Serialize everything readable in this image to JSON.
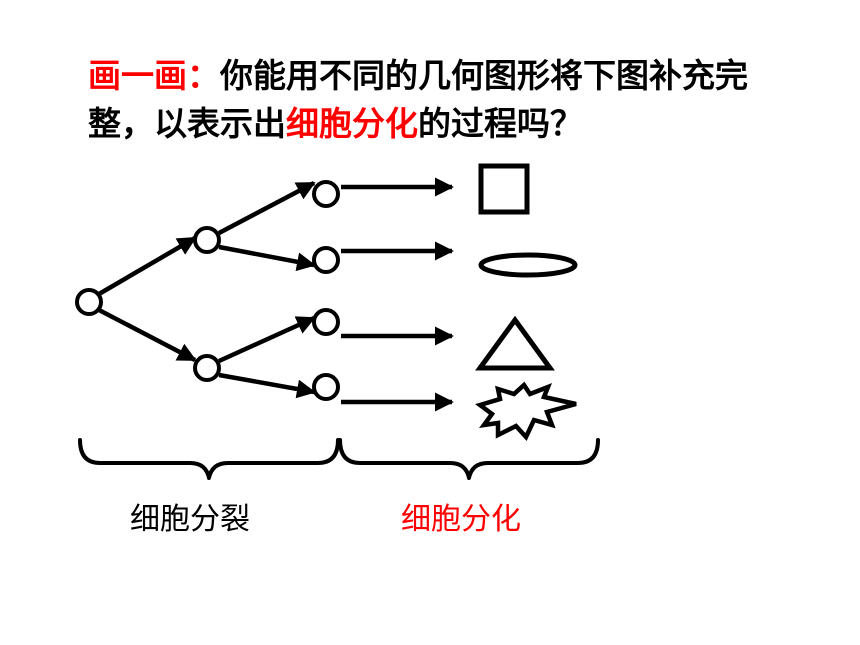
{
  "prompt": {
    "lead": "画一画：",
    "text_1": "你能用不同的几何图形将下图补充完整，以表示出",
    "highlight": "细胞分化",
    "text_2": "的过程吗？"
  },
  "labels": {
    "division": "细胞分裂",
    "differentiation": "细胞分化"
  },
  "colors": {
    "highlight": "#ff0000",
    "ink": "#000000"
  },
  "diagram": {
    "nodes": [
      "cell-root",
      "cell-gen1-top",
      "cell-gen1-bottom",
      "cell-gen2-1",
      "cell-gen2-2",
      "cell-gen2-3",
      "cell-gen2-4"
    ],
    "shapes": [
      "square-icon",
      "ellipse-icon",
      "triangle-icon",
      "starburst-icon"
    ]
  }
}
